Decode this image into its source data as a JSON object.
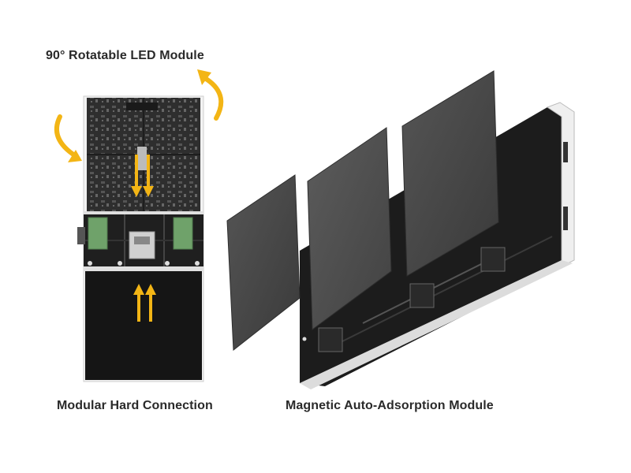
{
  "captions": {
    "rotatable": "90° Rotatable LED Module",
    "hard_connection": "Modular Hard Connection",
    "magnetic": "Magnetic Auto-Adsorption Module"
  },
  "colors": {
    "arrow": "#f3b515",
    "pcb": "#2b2b2b",
    "panel": "#4a4a4a",
    "frame": "#e8e8e8",
    "board_green": "#6fa26a"
  }
}
